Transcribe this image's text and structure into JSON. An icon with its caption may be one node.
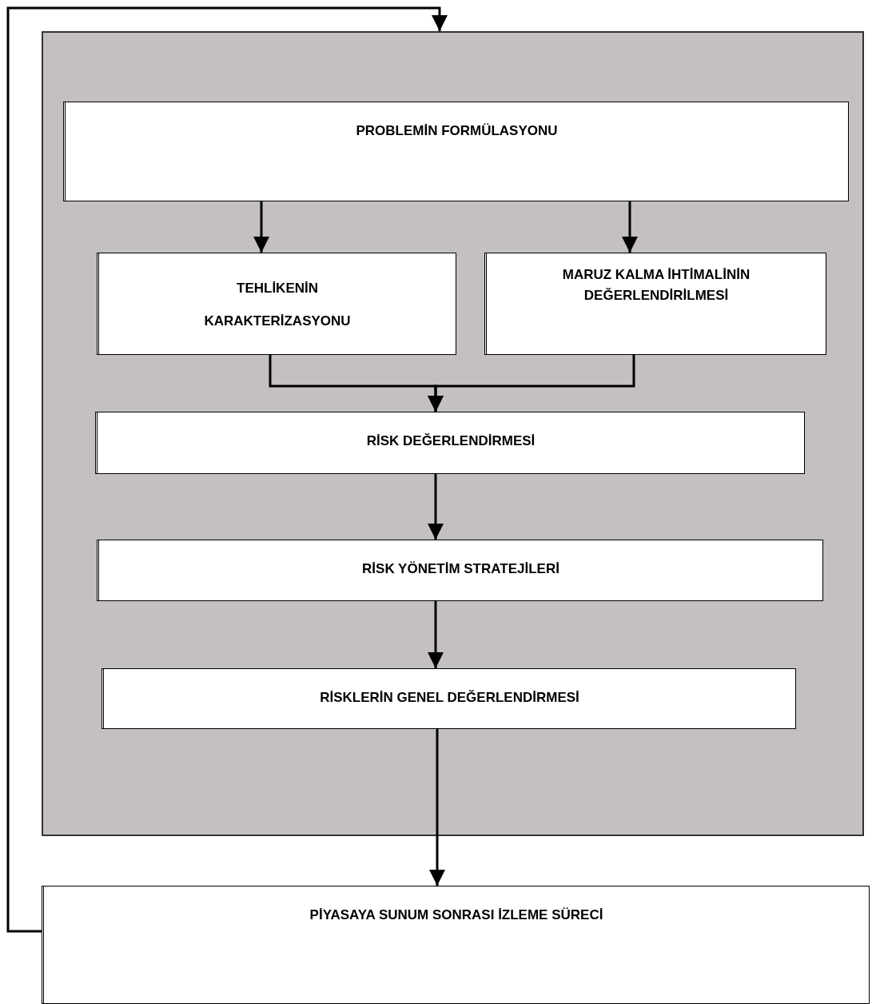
{
  "diagram": {
    "nodes": [
      {
        "text": [],
        "shape": "box"
      },
      {
        "text": [
          "PROBLEMİN FORMÜLASYONU"
        ],
        "in": 0
      },
      {
        "text": [
          "TEHLİKENİN KARAKTERİZASYONU"
        ],
        "in": 0
      },
      {
        "text": [
          "MARUZ KALMA İHTİMALİNİN DEĞERLENDİRİLMESİ"
        ],
        "in": 0
      },
      {
        "text": [
          "RİSK DEĞERLENDİRMESİ"
        ],
        "in": 0
      },
      {
        "text": [
          "RİSK YÖNETİM STRATEJİLERİ"
        ],
        "in": 0
      },
      {
        "text": [
          "RİSKLERİN GENEL DEĞERLENDİRMESİ"
        ],
        "in": 0
      },
      {
        "text": [
          "PİYASAYA SUNUM SONRASI İZLEME SÜRECİ"
        ]
      }
    ],
    "edges": [
      {
        "from": 1,
        "to": 2,
        "arrow": "to"
      },
      {
        "from": 1,
        "to": 3,
        "arrow": "to"
      },
      {
        "from": 2,
        "to": 4,
        "arrow": "to"
      },
      {
        "from": 3,
        "to": 4,
        "arrow": "to"
      },
      {
        "from": 4,
        "to": 5,
        "arrow": "to"
      },
      {
        "from": 5,
        "to": 6,
        "arrow": "to"
      },
      {
        "from": 6,
        "to": 7,
        "arrow": "to"
      },
      {
        "from": 7,
        "to": 0,
        "arrow": "to"
      }
    ]
  }
}
